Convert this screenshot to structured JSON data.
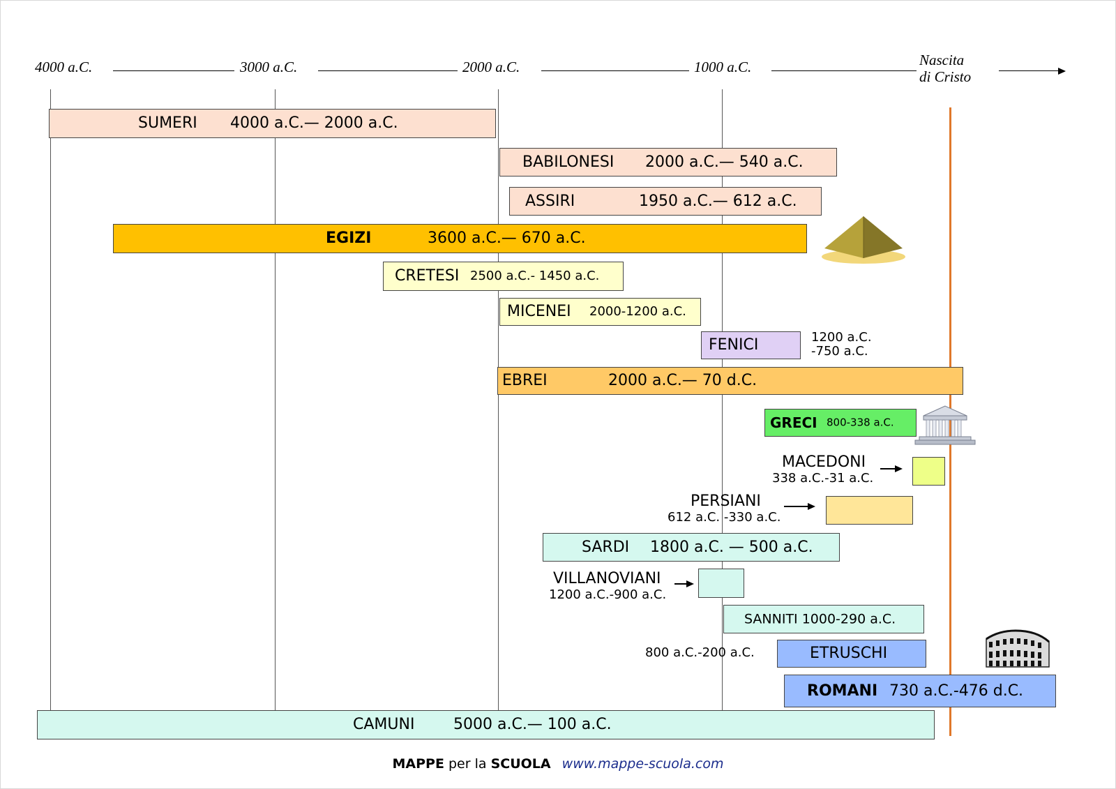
{
  "timeline": {
    "ticks": [
      "4000 a.C.",
      "3000 a.C.",
      "2000 a.C.",
      "1000 a.C."
    ],
    "end_label_line1": "Nascita",
    "end_label_line2": "di Cristo"
  },
  "civilizations": {
    "sumeri": {
      "name": "SUMERI",
      "period": "4000 a.C.— 2000 a.C.",
      "color": "#fde0d0"
    },
    "babilonesi": {
      "name": "BABILONESI",
      "period": "2000 a.C.— 540 a.C.",
      "color": "#fde0d0"
    },
    "assiri": {
      "name": "ASSIRI",
      "period": "1950 a.C.— 612 a.C.",
      "color": "#fde0d0"
    },
    "egizi": {
      "name": "EGIZI",
      "period": "3600 a.C.— 670 a.C.",
      "color": "#ffc000"
    },
    "cretesi": {
      "name": "CRETESI",
      "period": "2500 a.C.- 1450 a.C.",
      "color": "#ffffcc"
    },
    "micenei": {
      "name": "MICENEI",
      "period": "2000-1200 a.C.",
      "color": "#ffffcc"
    },
    "fenici": {
      "name": "FENICI",
      "period_line1": "1200 a.C.",
      "period_line2": "-750 a.C.",
      "color": "#e0d0f5"
    },
    "ebrei": {
      "name": "EBREI",
      "period": "2000 a.C.— 70 d.C.",
      "color": "#ffc966"
    },
    "greci": {
      "name": "GRECI",
      "period": "800-338 a.C.",
      "color": "#66ee66"
    },
    "macedoni": {
      "name": "MACEDONI",
      "period": "338 a.C.-31 a.C.",
      "color": "#eeff88"
    },
    "persiani": {
      "name": "PERSIANI",
      "period": "612 a.C. -330 a.C.",
      "color": "#ffe699"
    },
    "sardi": {
      "name": "SARDI",
      "period": "1800 a.C. — 500 a.C.",
      "color": "#d5f8ef"
    },
    "villanoviani": {
      "name": "VILLANOVIANI",
      "period": "1200 a.C.-900 a.C.",
      "color": "#d5f8ef"
    },
    "sanniti": {
      "name": "SANNITI 1000-290 a.C.",
      "color": "#d5f8ef"
    },
    "etruschi": {
      "name": "ETRUSCHI",
      "period": "800 a.C.-200 a.C.",
      "color": "#99bbff"
    },
    "romani": {
      "name": "ROMANI",
      "period": "730 a.C.-476 d.C.",
      "color": "#99bbff"
    },
    "camuni": {
      "name": "CAMUNI",
      "period": "5000 a.C.— 100 a.C.",
      "color": "#d5f8ef"
    }
  },
  "colors": {
    "christ_line": "#e0782a",
    "footer_link": "#1a2c8c"
  },
  "footer": {
    "word1": "MAPPE",
    "word2": "per la",
    "word3": "SCUOLA",
    "site": "www.mappe-scuola.com"
  },
  "icons": [
    "pyramid-icon",
    "greek-temple-icon",
    "colosseum-icon",
    "arrow-right-icon"
  ]
}
